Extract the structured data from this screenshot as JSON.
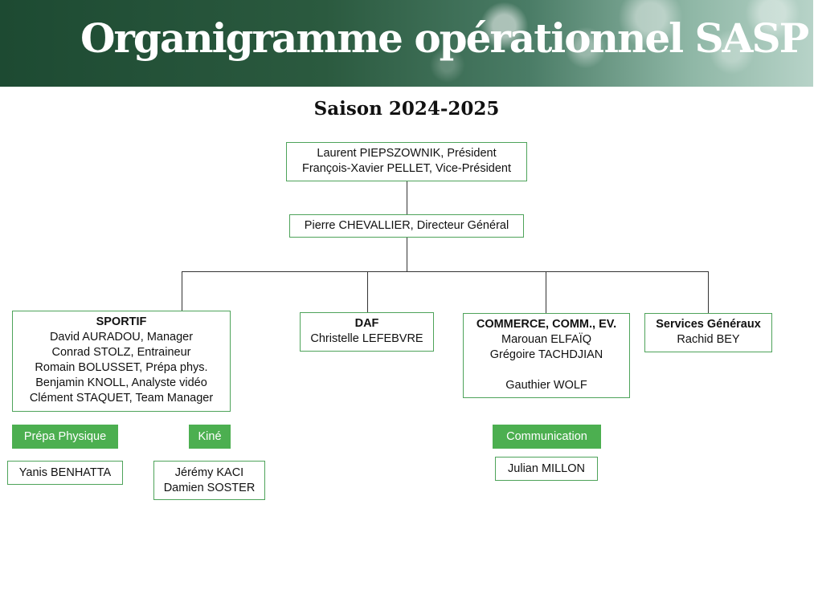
{
  "banner": {
    "title": "Organigramme opérationnel SASP"
  },
  "subtitle": "Saison 2024-2025",
  "presidency": {
    "lines": [
      "Laurent PIEPSZOWNIK, Président",
      "François-Xavier PELLET, Vice-Président"
    ]
  },
  "director": {
    "text": "Pierre CHEVALLIER, Directeur Général"
  },
  "departments": {
    "sportif": {
      "title": "SPORTIF",
      "members": [
        "David AURADOU, Manager",
        "Conrad STOLZ, Entraineur",
        "Romain BOLUSSET, Prépa phys.",
        "Benjamin KNOLL, Analyste vidéo",
        "Clément STAQUET, Team Manager"
      ]
    },
    "daf": {
      "title": "DAF",
      "members": [
        "Christelle LEFEBVRE"
      ]
    },
    "commerce": {
      "title": "COMMERCE, COMM., EV.",
      "members": [
        "Marouan ELFAÏQ",
        "Grégoire TACHDJIAN",
        "Gauthier WOLF"
      ]
    },
    "services": {
      "title": "Services Généraux",
      "members": [
        "Rachid BEY"
      ]
    }
  },
  "subunits": {
    "prepa": {
      "label": "Prépa Physique",
      "members": [
        "Yanis BENHATTA"
      ]
    },
    "kine": {
      "label": "Kiné",
      "members": [
        "Jérémy KACI",
        "Damien SOSTER"
      ]
    },
    "communication": {
      "label": "Communication",
      "members": [
        "Julian MILLON"
      ]
    }
  },
  "colors": {
    "accent": "#4caf50",
    "box_border": "#4ea35a",
    "banner": "#2b5a3f"
  }
}
